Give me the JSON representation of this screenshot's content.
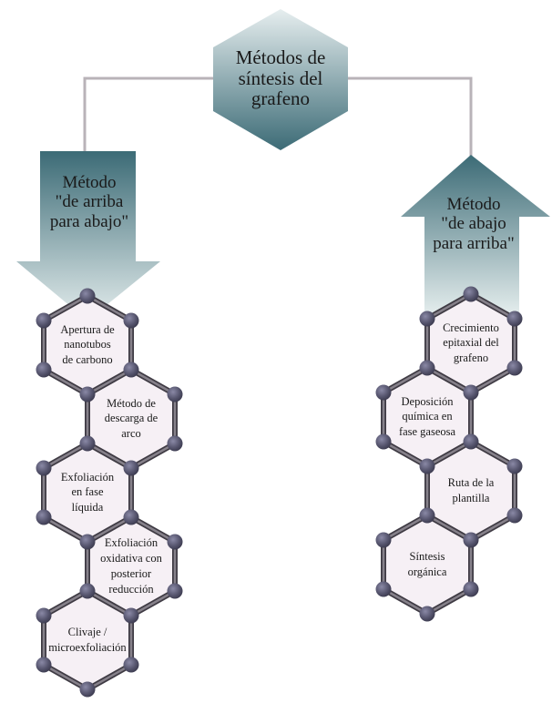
{
  "title": "Métodos de síntesis del grafeno",
  "title_lines": [
    "Métodos de",
    "síntesis del",
    "grafeno"
  ],
  "colors": {
    "arrow_dark": "#3c6b76",
    "arrow_light": "#e4eded",
    "hex_fill": "#f6f0f5",
    "bond": "#5b5660",
    "atom": "#57566f",
    "connector": "#b9b3b8"
  },
  "branches": [
    {
      "id": "top-down",
      "direction": "down",
      "label_lines": [
        "Método",
        "\"de arriba",
        "para abajo\""
      ],
      "methods": [
        {
          "lines": [
            "Apertura de",
            "nanotubos",
            "de carbono"
          ]
        },
        {
          "lines": [
            "Método de",
            "descarga de",
            "arco"
          ]
        },
        {
          "lines": [
            "Exfoliación",
            "en fase",
            "líquida"
          ]
        },
        {
          "lines": [
            "Exfoliación",
            "oxidativa con",
            "posterior",
            "reducción"
          ]
        },
        {
          "lines": [
            "Clivaje /",
            "microexfoliación"
          ]
        }
      ]
    },
    {
      "id": "bottom-up",
      "direction": "up",
      "label_lines": [
        "Método",
        "\"de abajo",
        "para arriba\""
      ],
      "methods": [
        {
          "lines": [
            "Crecimiento",
            "epitaxial del",
            "grafeno"
          ]
        },
        {
          "lines": [
            "Deposición",
            "química en",
            "fase gaseosa"
          ]
        },
        {
          "lines": [
            "Ruta de la",
            "plantilla"
          ]
        },
        {
          "lines": [
            "Síntesis",
            "orgánica"
          ]
        }
      ]
    }
  ]
}
